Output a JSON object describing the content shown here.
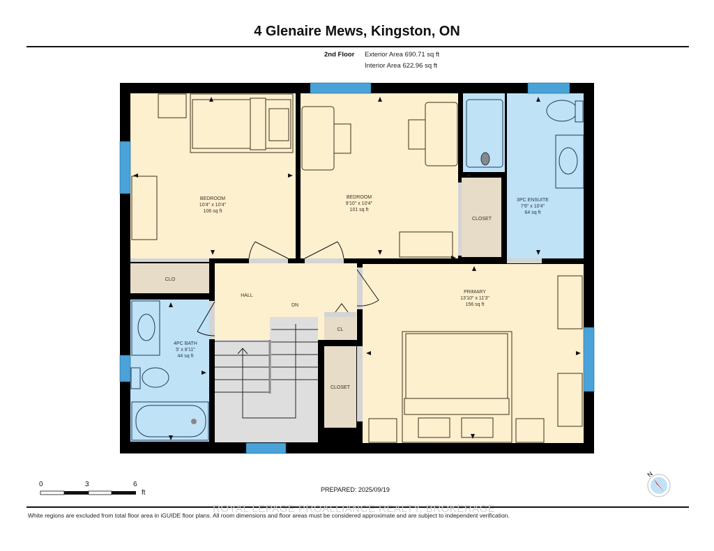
{
  "header": {
    "title": "4 Glenaire Mews, Kingston, ON",
    "floor": "2nd Floor",
    "exterior_area": "Exterior Area 690.71 sq ft",
    "interior_area": "Interior Area 622.96 sq ft"
  },
  "rooms": [
    {
      "name": "BEDROOM",
      "dims": "10'4\" x 10'4\"",
      "area": "106 sq ft"
    },
    {
      "name": "BEDROOM",
      "dims": "9'10\" x 10'4\"",
      "area": "101 sq ft"
    },
    {
      "name": "3PC ENSUITE",
      "dims": "7'6\" x 10'4\"",
      "area": "64 sq ft"
    },
    {
      "name": "CLOSET"
    },
    {
      "name": "CLO"
    },
    {
      "name": "HALL"
    },
    {
      "name": "DN"
    },
    {
      "name": "CL"
    },
    {
      "name": "4PC BATH",
      "dims": "5' x 8'11\"",
      "area": "44 sq ft"
    },
    {
      "name": "CLOSET"
    },
    {
      "name": "PRIMARY",
      "dims": "13'10\" x 11'3\"",
      "area": "156 sq ft"
    }
  ],
  "scale_bar": {
    "ticks": [
      "0",
      "3",
      "6"
    ],
    "unit": "ft"
  },
  "compass": {
    "label": "N",
    "icon": "compass-icon"
  },
  "footer": {
    "prepared": "PREPARED: 2025/09/19",
    "watermark": "ROYAL LEPAGE PROALLIANCE REALTY, BROKERAGE",
    "disclaimer": "White regions are excluded from total floor area in iGUIDE floor plans. All room dimensions and floor areas must be considered approximate and are subject to independent verification."
  },
  "colors": {
    "wall": "#000000",
    "room_fill": "#fdf0cf",
    "bath_fill": "#bfe2f7",
    "closet_fill": "#e6dcc8",
    "stair_fill": "#dedede",
    "window": "#4aa3d8",
    "furniture_stroke": "#3a2e18"
  }
}
